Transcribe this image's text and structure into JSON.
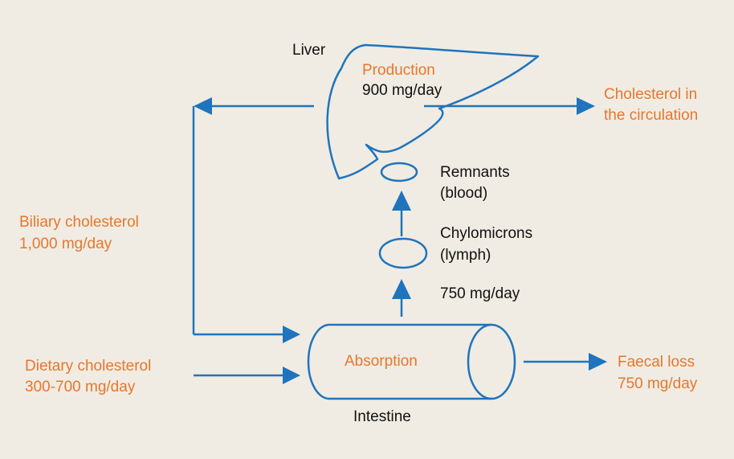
{
  "colors": {
    "background": "#f0ece3",
    "accent": "#e8762d",
    "line": "#1f74bd",
    "text": "#111111"
  },
  "labels": {
    "liver": "Liver",
    "production": "Production",
    "production_value": "900 mg/day",
    "circulation_1": "Cholesterol in",
    "circulation_2": "the circulation",
    "remnants_1": "Remnants",
    "remnants_2": "(blood)",
    "chylomicrons_1": "Chylomicrons",
    "chylomicrons_2": "(lymph)",
    "absorption_rate": "750 mg/day",
    "biliary_1": "Biliary cholesterol",
    "biliary_2": "1,000 mg/day",
    "dietary_1": "Dietary cholesterol",
    "dietary_2": "300-700 mg/day",
    "absorption": "Absorption",
    "intestine": "Intestine",
    "faecal_1": "Faecal loss",
    "faecal_2": "750 mg/day"
  }
}
